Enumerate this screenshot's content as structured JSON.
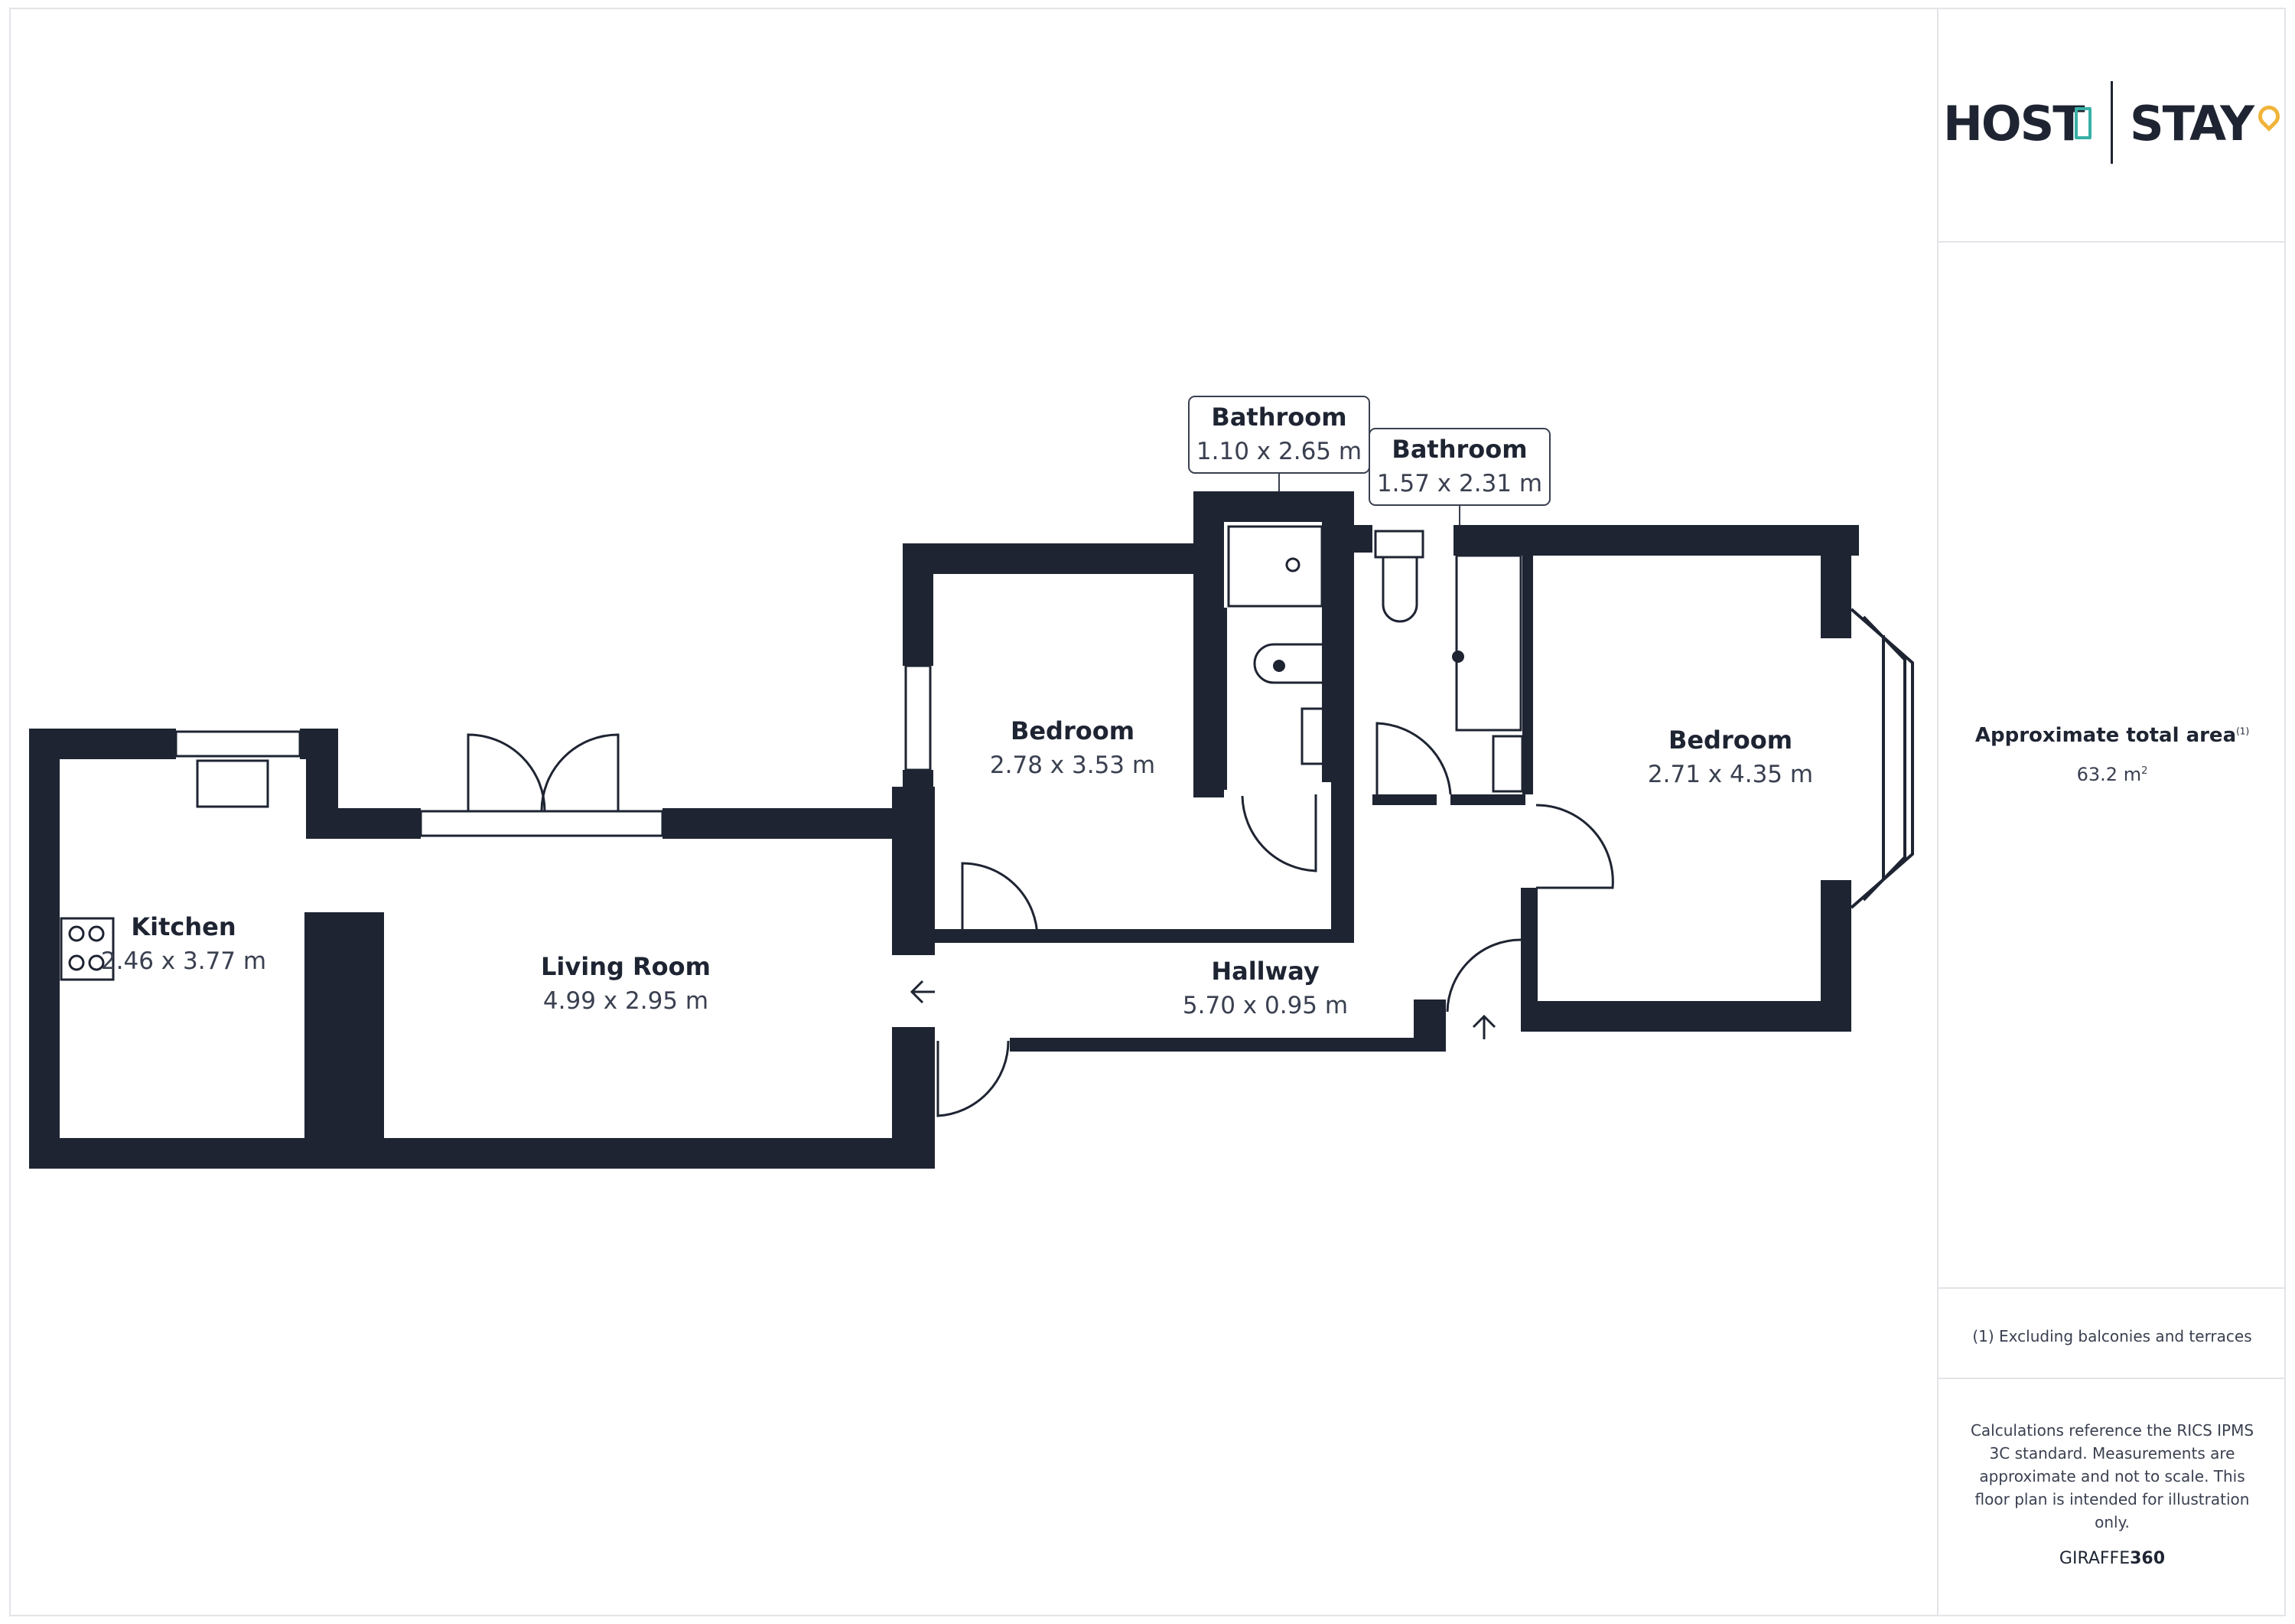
{
  "logo": {
    "left": "HOST",
    "right": "STAY",
    "icons": [
      "door-icon",
      "location-pin-icon"
    ]
  },
  "rooms": [
    {
      "id": "kitchen",
      "name": "Kitchen",
      "dims": "2.46 x 3.77 m"
    },
    {
      "id": "living",
      "name": "Living Room",
      "dims": "4.99 x 2.95 m"
    },
    {
      "id": "bedroom1",
      "name": "Bedroom",
      "dims": "2.78 x 3.53 m"
    },
    {
      "id": "bathroom1",
      "name": "Bathroom",
      "dims": "1.10 x 2.65 m"
    },
    {
      "id": "bathroom2",
      "name": "Bathroom",
      "dims": "1.57 x 2.31 m"
    },
    {
      "id": "bedroom2",
      "name": "Bedroom",
      "dims": "2.71 x 4.35 m"
    },
    {
      "id": "hallway",
      "name": "Hallway",
      "dims": "5.70 x 0.95 m"
    }
  ],
  "summary": {
    "area_label": "Approximate total area",
    "area_note_marker": "(1)",
    "area_value": "63.2 m",
    "area_unit_sup": "2",
    "note": "(1) Excluding balconies and terraces",
    "disclaimer": "Calculations reference the RICS IPMS 3C standard. Measurements are approximate and not to scale. This floor plan is intended for illustration only.",
    "brand_light": "GIRAFFE",
    "brand_bold": "360"
  },
  "colors": {
    "wall": "#1e2432",
    "accent_teal": "#38b0a6",
    "accent_yellow": "#f0b43a",
    "divider": "#e2e4e8"
  }
}
